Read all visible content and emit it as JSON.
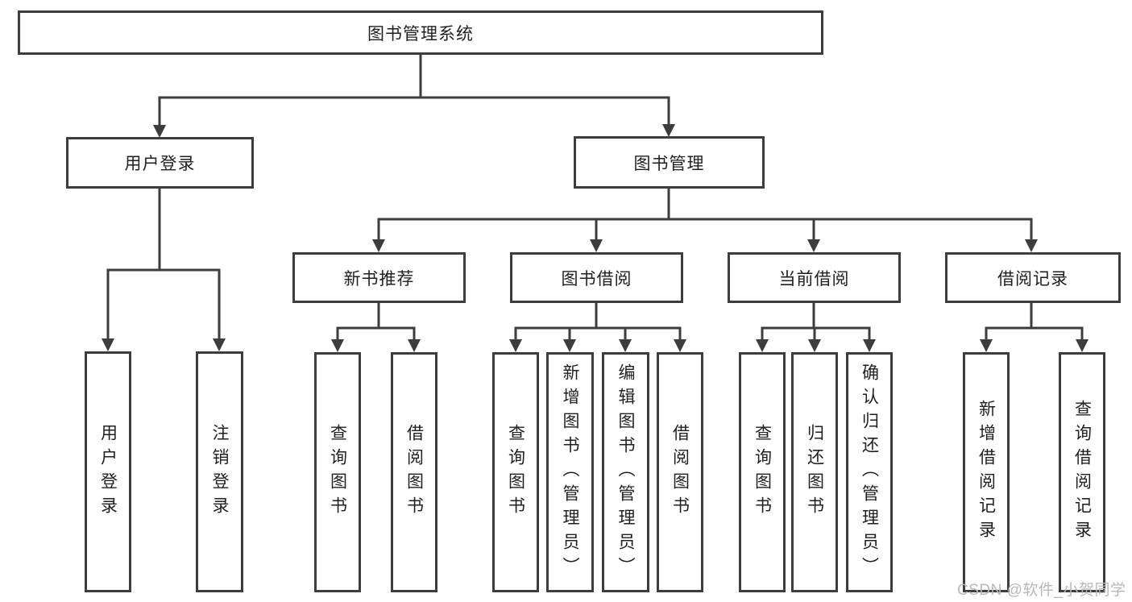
{
  "diagram": {
    "colors": {
      "line": "#3d3d3d",
      "text": "#1f1f1f",
      "background": "#ffffff",
      "watermark_color": "#b8b8b8"
    },
    "nodes": {
      "root": "图书管理系统",
      "user_login_branch": "用户登录",
      "book_mgmt_branch": "图书管理",
      "login": "用户登录",
      "logout": "注销登录",
      "new_book_rec": "新书推荐",
      "book_borrow": "图书借阅",
      "current_borrow": "当前借阅",
      "borrow_records": "借阅记录",
      "rec_query_book": "查询图书",
      "rec_borrow_book": "借阅图书",
      "bb_query_book": "查询图书",
      "bb_add_book": "新增图书（管理员）",
      "bb_edit_book": "编辑图书（管理员）",
      "bb_borrow_book": "借阅图书",
      "cb_query_book": "查询图书",
      "cb_return_book": "归还图书",
      "cb_confirm_return": "确认归还（管理员）",
      "br_add_record": "新增借阅记录",
      "br_query_record": "查询借阅记录"
    },
    "watermark": "CSDN @软件_小贺同学"
  }
}
